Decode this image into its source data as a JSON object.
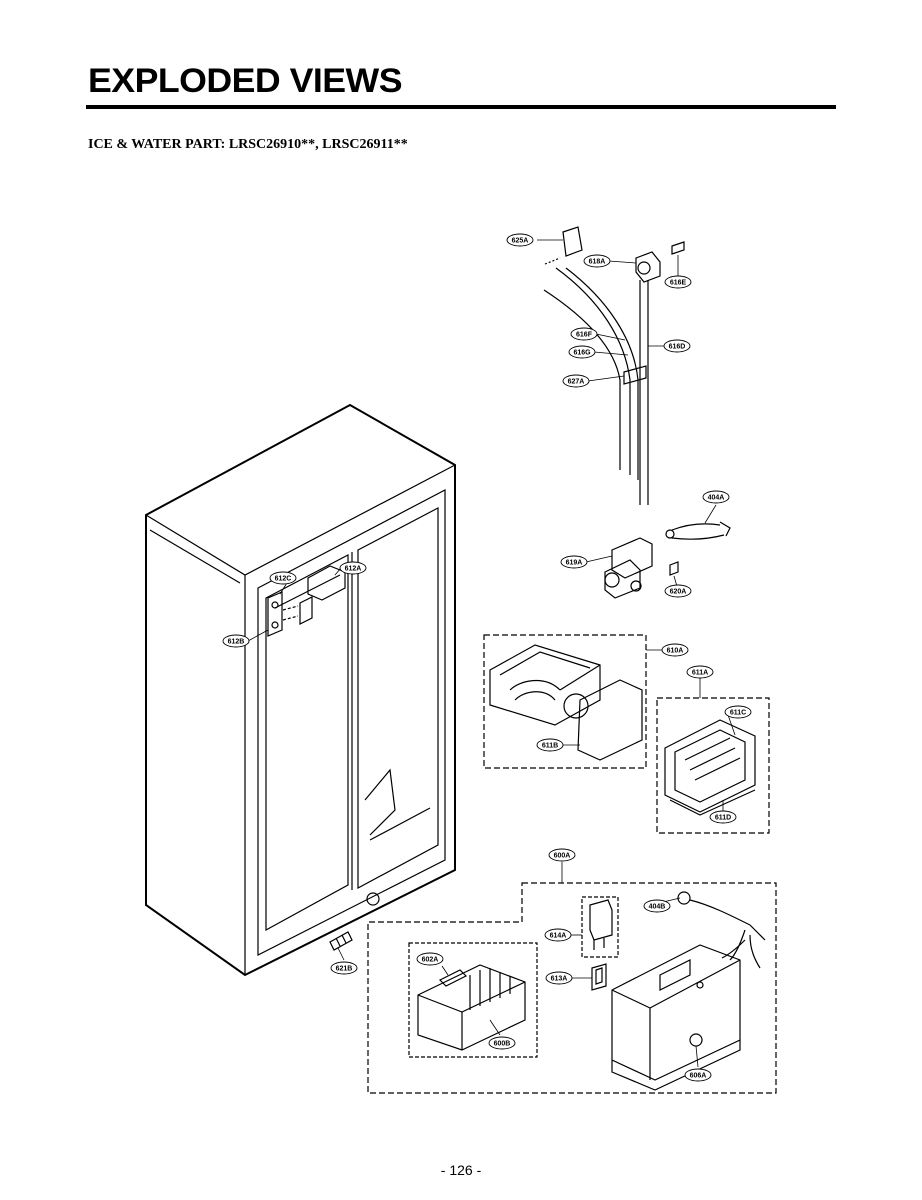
{
  "page": {
    "title": "EXPLODED VIEWS",
    "subtitle": "ICE & WATER PART: LRSC26910**, LRSC26911**",
    "page_number": "- 126 -"
  },
  "parts": [
    {
      "id": "p625A",
      "label": "625A"
    },
    {
      "id": "p618A",
      "label": "618A"
    },
    {
      "id": "p616E",
      "label": "616E"
    },
    {
      "id": "p616F",
      "label": "616F"
    },
    {
      "id": "p616G",
      "label": "616G"
    },
    {
      "id": "p616D",
      "label": "616D"
    },
    {
      "id": "p627A",
      "label": "627A"
    },
    {
      "id": "p404A",
      "label": "404A"
    },
    {
      "id": "p619A",
      "label": "619A"
    },
    {
      "id": "p620A",
      "label": "620A"
    },
    {
      "id": "p612C",
      "label": "612C"
    },
    {
      "id": "p612A",
      "label": "612A"
    },
    {
      "id": "p612B",
      "label": "612B"
    },
    {
      "id": "p610A",
      "label": "610A"
    },
    {
      "id": "p611A",
      "label": "611A"
    },
    {
      "id": "p611C",
      "label": "611C"
    },
    {
      "id": "p611B",
      "label": "611B"
    },
    {
      "id": "p611D",
      "label": "611D"
    },
    {
      "id": "p600A",
      "label": "600A"
    },
    {
      "id": "p404B",
      "label": "404B"
    },
    {
      "id": "p614A",
      "label": "614A"
    },
    {
      "id": "p602A",
      "label": "602A"
    },
    {
      "id": "p613A",
      "label": "613A"
    },
    {
      "id": "p621B",
      "label": "621B"
    },
    {
      "id": "p600B",
      "label": "600B"
    },
    {
      "id": "p606A",
      "label": "606A"
    }
  ]
}
